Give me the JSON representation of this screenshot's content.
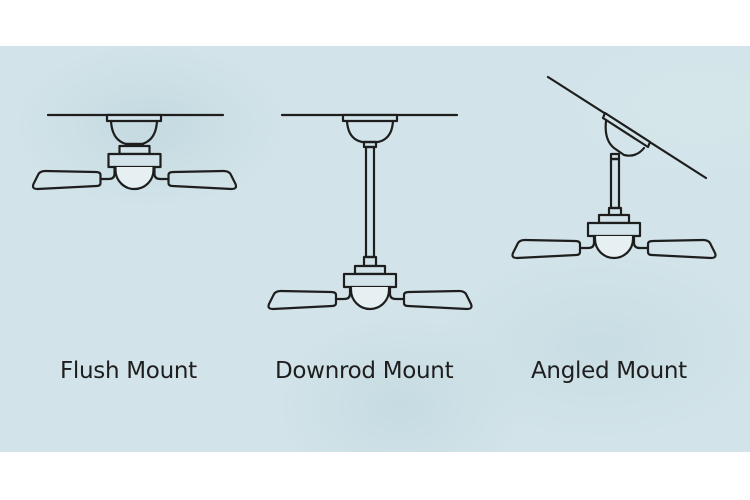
{
  "diagram": {
    "colors": {
      "background": "#d2e4e9",
      "stroke": "#1e1e1e",
      "bulb": "#e6f0f3",
      "page": "#ffffff"
    },
    "mounts": [
      {
        "id": "flush",
        "label": "Flush Mount",
        "icon": "flush-mount-fan-icon"
      },
      {
        "id": "downrod",
        "label": "Downrod Mount",
        "icon": "downrod-mount-fan-icon"
      },
      {
        "id": "angled",
        "label": "Angled Mount",
        "icon": "angled-mount-fan-icon"
      }
    ]
  }
}
